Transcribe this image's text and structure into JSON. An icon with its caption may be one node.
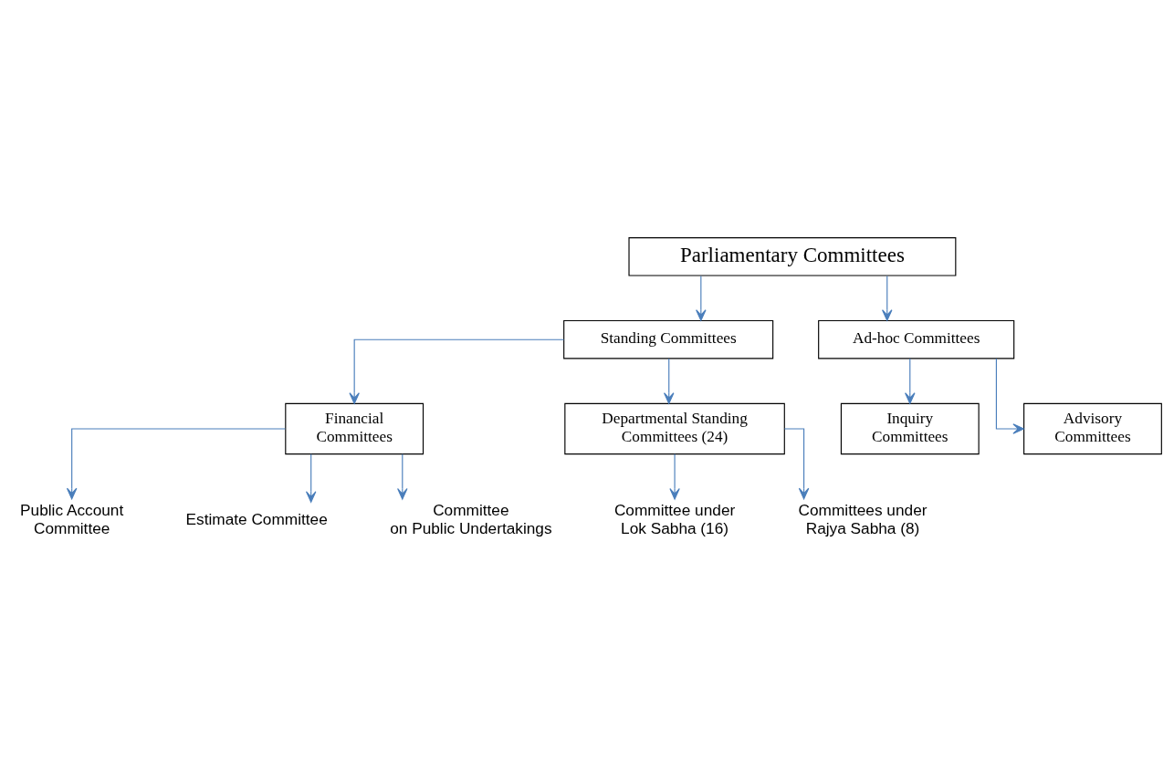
{
  "diagram": {
    "nodes": [
      {
        "text": [
          "Parliamentary Committees"
        ]
      },
      {
        "text": [
          "Standing Committees"
        ]
      },
      {
        "text": [
          "Ad-hoc Committees"
        ]
      },
      {
        "text": [
          "Inquiry Committees"
        ]
      },
      {
        "text": [
          "Advisory Committees"
        ]
      },
      {
        "text": [
          "Financial Committees"
        ]
      },
      {
        "text": [
          "Departmental Standing Committees (24)"
        ]
      },
      {
        "text": [
          "Public Account Committee"
        ]
      },
      {
        "text": [
          "Estimate Committee"
        ]
      },
      {
        "text": [
          "Committee on Public Undertakings"
        ]
      },
      {
        "text": [
          "Committee under Lok Sabha (16)"
        ]
      },
      {
        "text": [
          "Committees under Rajya Sabha (8)"
        ]
      }
    ],
    "edges": [
      {
        "from": 0,
        "to": 1,
        "arrow": "to"
      },
      {
        "from": 0,
        "to": 2,
        "arrow": "to"
      },
      {
        "from": 2,
        "to": 3,
        "arrow": "to"
      },
      {
        "from": 2,
        "to": 4,
        "arrow": "to"
      },
      {
        "from": 1,
        "to": 5,
        "arrow": "to"
      },
      {
        "from": 1,
        "to": 6,
        "arrow": "to"
      },
      {
        "from": 5,
        "to": 7,
        "arrow": "to"
      },
      {
        "from": 5,
        "to": 8,
        "arrow": "to"
      },
      {
        "from": 5,
        "to": 9,
        "arrow": "to"
      },
      {
        "from": 6,
        "to": 10,
        "arrow": "to"
      },
      {
        "from": 6,
        "to": 11,
        "arrow": "to"
      }
    ]
  }
}
